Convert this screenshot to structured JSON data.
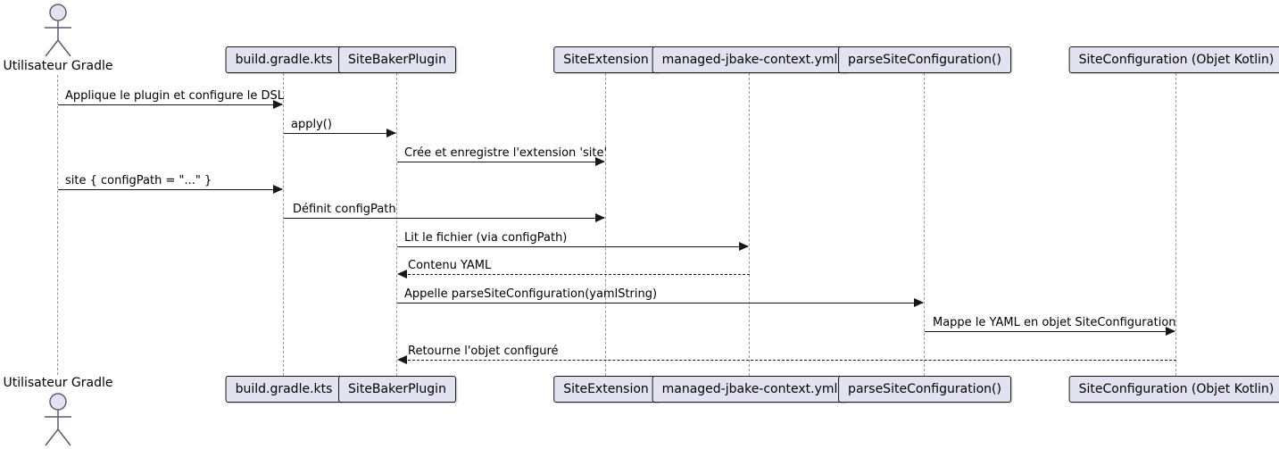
{
  "diagram": {
    "type": "sequence",
    "actor": {
      "label": "Utilisateur Gradle"
    },
    "participants": [
      {
        "label": "build.gradle.kts"
      },
      {
        "label": "SiteBakerPlugin"
      },
      {
        "label": "SiteExtension"
      },
      {
        "label": "managed-jbake-context.yml"
      },
      {
        "label": "parseSiteConfiguration()"
      },
      {
        "label": "SiteConfiguration (Objet Kotlin)"
      }
    ],
    "messages": [
      {
        "label": "Applique le plugin et configure le DSL",
        "from": "Utilisateur Gradle",
        "to": "build.gradle.kts",
        "style": "solid"
      },
      {
        "label": "apply()",
        "from": "build.gradle.kts",
        "to": "SiteBakerPlugin",
        "style": "solid"
      },
      {
        "label": "Crée et enregistre l'extension 'site'",
        "from": "SiteBakerPlugin",
        "to": "SiteExtension",
        "style": "solid"
      },
      {
        "label": "site { configPath = \"...\" }",
        "from": "Utilisateur Gradle",
        "to": "build.gradle.kts",
        "style": "solid"
      },
      {
        "label": "Définit configPath",
        "from": "build.gradle.kts",
        "to": "SiteExtension",
        "style": "solid"
      },
      {
        "label": "Lit le fichier (via configPath)",
        "from": "SiteBakerPlugin",
        "to": "managed-jbake-context.yml",
        "style": "solid"
      },
      {
        "label": "Contenu YAML",
        "from": "managed-jbake-context.yml",
        "to": "SiteBakerPlugin",
        "style": "dashed"
      },
      {
        "label": "Appelle parseSiteConfiguration(yamlString)",
        "from": "SiteBakerPlugin",
        "to": "parseSiteConfiguration()",
        "style": "solid"
      },
      {
        "label": "Mappe le YAML en objet SiteConfiguration",
        "from": "parseSiteConfiguration()",
        "to": "SiteConfiguration (Objet Kotlin)",
        "style": "solid"
      },
      {
        "label": "Retourne l'objet configuré",
        "from": "SiteConfiguration (Objet Kotlin)",
        "to": "SiteBakerPlugin",
        "style": "dashed"
      }
    ],
    "colors": {
      "participant_fill": "#E2E2F0",
      "participant_border": "#181818",
      "lifeline": "#999999",
      "arrow": "#181818",
      "text": "#000000"
    }
  }
}
